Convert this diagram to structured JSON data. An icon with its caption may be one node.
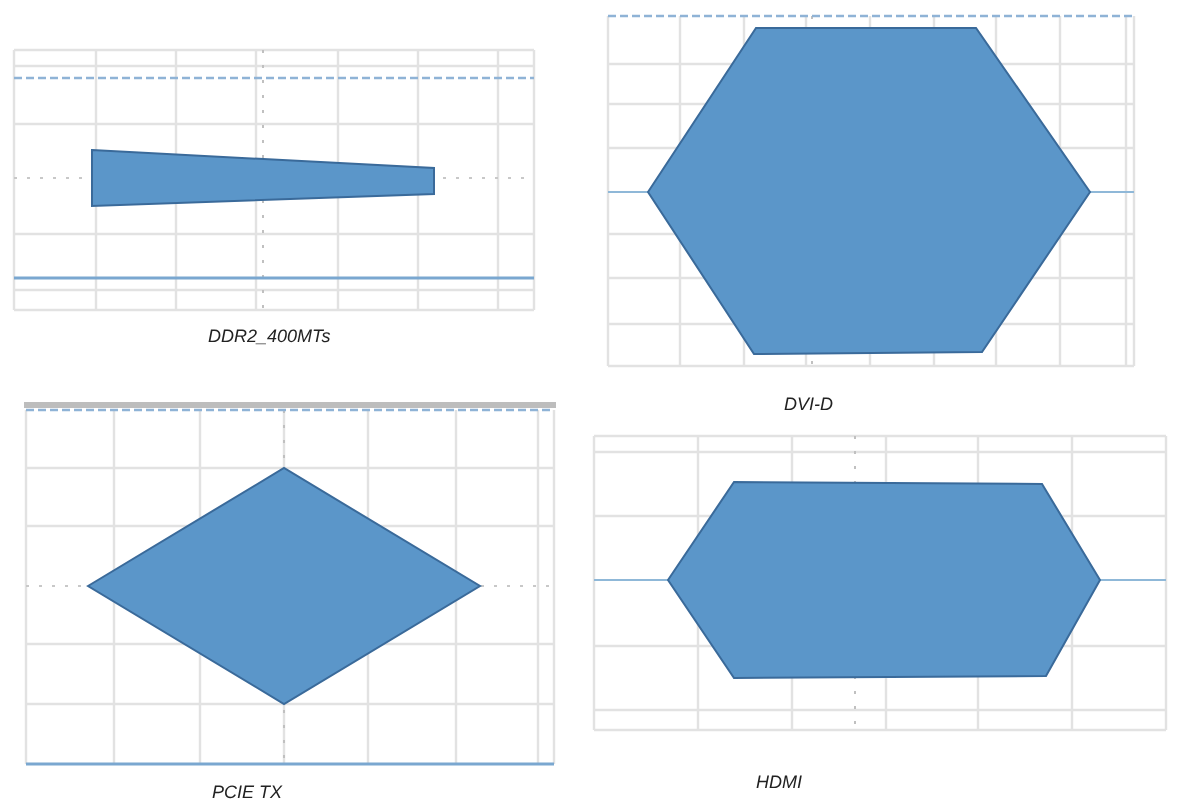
{
  "diagram": {
    "labels": [
      "DDR2_400MTs",
      "DVI-D",
      "PCIE TX",
      "HDMI"
    ]
  }
}
